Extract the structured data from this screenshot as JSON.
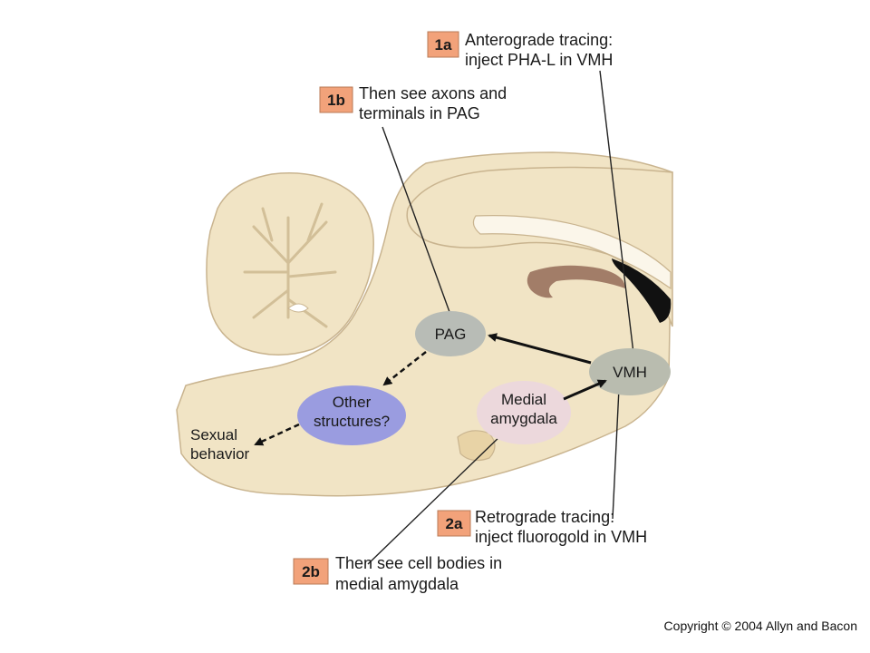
{
  "callouts": {
    "c1a": {
      "badge": "1a",
      "line1": "Anterograde tracing:",
      "line2": "inject PHA-L in VMH"
    },
    "c1b": {
      "badge": "1b",
      "line1": "Then see axons and",
      "line2": "terminals in PAG"
    },
    "c2a": {
      "badge": "2a",
      "line1": "Retrograde tracing:",
      "line2": "inject fluorogold in VMH"
    },
    "c2b": {
      "badge": "2b",
      "line1": "Then see cell bodies in",
      "line2": "medial amygdala"
    }
  },
  "nodes": {
    "pag": "PAG",
    "vmh": "VMH",
    "medial_amygdala": {
      "line1": "Medial",
      "line2": "amygdala"
    },
    "other_structures": {
      "line1": "Other",
      "line2": "structures?"
    },
    "sexual_behavior": {
      "line1": "Sexual",
      "line2": "behavior"
    }
  },
  "colors": {
    "brain_tissue": "#f1e4c5",
    "badge": "#f2a27a",
    "pag_fill": "#b8bcb6",
    "vmh_fill": "#b9bcaf",
    "amygdala_fill": "#ecd8dc",
    "other_fill": "#9a9ce0",
    "ventricle": "#111111",
    "hippocampus": "#a27d68"
  },
  "copyright": "Copyright © 2004 Allyn and Bacon"
}
